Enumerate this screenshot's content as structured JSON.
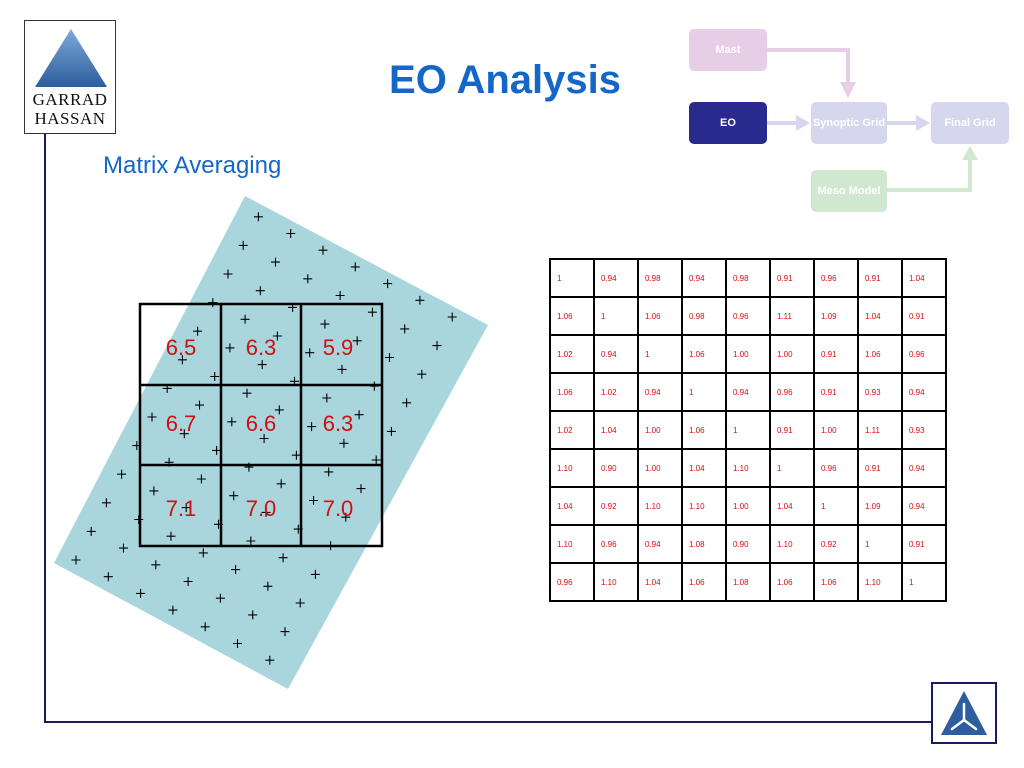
{
  "logo": {
    "line1": "GARRAD",
    "line2": "HASSAN"
  },
  "title": "EO Analysis",
  "subtitle": "Matrix Averaging",
  "flow": {
    "mast": "Mast",
    "eo": "EO",
    "synoptic": "Synoptic Grid",
    "final": "Final Grid",
    "meso": "Meso Model"
  },
  "colors": {
    "title_blue": "#1466c8",
    "swath_fill": "#a9d6dc",
    "eo_box": "#2a2a8c",
    "mast_box": "#e6cfe6",
    "grid_box": "#d6d6ee",
    "meso_box": "#cfe8cf",
    "value_red": "#d01010"
  },
  "grid_values": [
    [
      "6.5",
      "6.3",
      "5.9"
    ],
    [
      "6.7",
      "6.6",
      "6.3"
    ],
    [
      "7.1",
      "7.0",
      "7.0"
    ]
  ],
  "matrix": [
    [
      "1",
      "0.94",
      "0.98",
      "0.94",
      "0.98",
      "0.91",
      "0.96",
      "0.91",
      "1.04"
    ],
    [
      "1.06",
      "1",
      "1.06",
      "0.98",
      "0.96",
      "1.11",
      "1.09",
      "1.04",
      "0.91"
    ],
    [
      "1.02",
      "0.94",
      "1",
      "1.06",
      "1.00",
      "1.00",
      "0.91",
      "1.06",
      "0.96"
    ],
    [
      "1.06",
      "1.02",
      "0.94",
      "1",
      "0.94",
      "0.96",
      "0.91",
      "0.93",
      "0.94"
    ],
    [
      "1.02",
      "1.04",
      "1.00",
      "1.06",
      "1",
      "0.91",
      "1.00",
      "1.11",
      "0.93"
    ],
    [
      "1.10",
      "0.90",
      "1.00",
      "1.04",
      "1.10",
      "1",
      "0.96",
      "0.91",
      "0.94"
    ],
    [
      "1.04",
      "0.92",
      "1.10",
      "1.10",
      "1.00",
      "1.04",
      "1",
      "1.09",
      "0.94"
    ],
    [
      "1.10",
      "0.96",
      "0.94",
      "1.08",
      "0.90",
      "1.10",
      "0.92",
      "1",
      "0.91"
    ],
    [
      "0.96",
      "1.10",
      "1.04",
      "1.06",
      "1.08",
      "1.06",
      "1.06",
      "1.10",
      "1"
    ]
  ]
}
